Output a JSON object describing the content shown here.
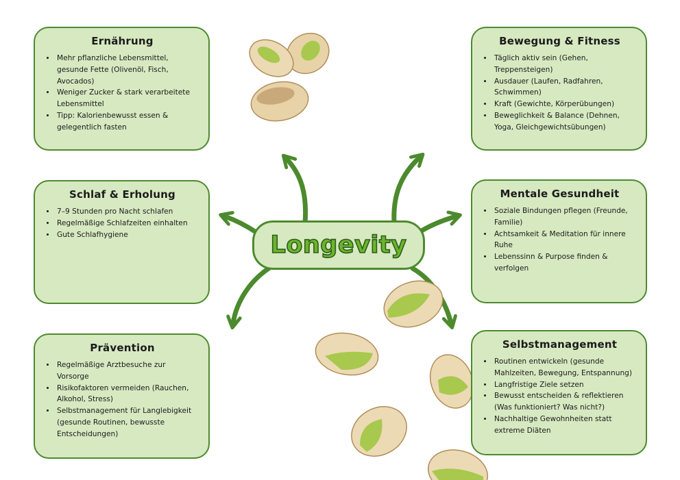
{
  "center": {
    "title": "Longevity"
  },
  "colors": {
    "card_fill": "#d7e9c1",
    "card_border": "#4c8a2e",
    "arrow": "#4c8a2e",
    "title_green": "#6bb52d"
  },
  "cards": {
    "ernaehrung": {
      "title": "Ernährung",
      "items": [
        "Mehr pflanzliche Lebensmittel, gesunde Fette (Olivenöl, Fisch, Avocados)",
        "Weniger Zucker & stark verarbeitete Lebensmittel",
        "Tipp: Kalorienbewusst essen & gelegentlich fasten"
      ]
    },
    "bewegung": {
      "title": "Bewegung & Fitness",
      "items": [
        "Täglich aktiv sein (Gehen, Treppensteigen)",
        "Ausdauer (Laufen, Radfahren, Schwimmen)",
        "Kraft (Gewichte, Körperübungen)",
        "Beweglichkeit & Balance (Dehnen, Yoga, Gleichgewichtsübungen)"
      ]
    },
    "schlaf": {
      "title": "Schlaf & Erholung",
      "items": [
        "7–9 Stunden pro Nacht schlafen",
        "Regelmäßige Schlafzeiten einhalten",
        "Gute Schlafhygiene"
      ]
    },
    "mental": {
      "title": "Mentale Gesundheit",
      "items": [
        "Soziale Bindungen pflegen (Freunde, Familie)",
        "Achtsamkeit & Meditation für innere Ruhe",
        "Lebenssinn & Purpose finden & verfolgen"
      ]
    },
    "praevention": {
      "title": "Prävention",
      "items": [
        "Regelmäßige Arztbesuche zur Vorsorge",
        "Risikofaktoren vermeiden (Rauchen, Alkohol, Stress)",
        "Selbstmanagement für Langlebigkeit (gesunde Routinen, bewusste Entscheidungen)"
      ]
    },
    "selbst": {
      "title": "Selbstmanagement",
      "items": [
        "Routinen entwickeln (gesunde Mahlzeiten, Bewegung, Entspannung)",
        "Langfristige Ziele setzen",
        "Bewusst entscheiden & reflektieren (Was funktioniert? Was nicht?)",
        "Nachhaltige Gewohnheiten statt extreme Diäten"
      ]
    }
  },
  "decorations": {
    "icon": "pistachio-icon"
  }
}
